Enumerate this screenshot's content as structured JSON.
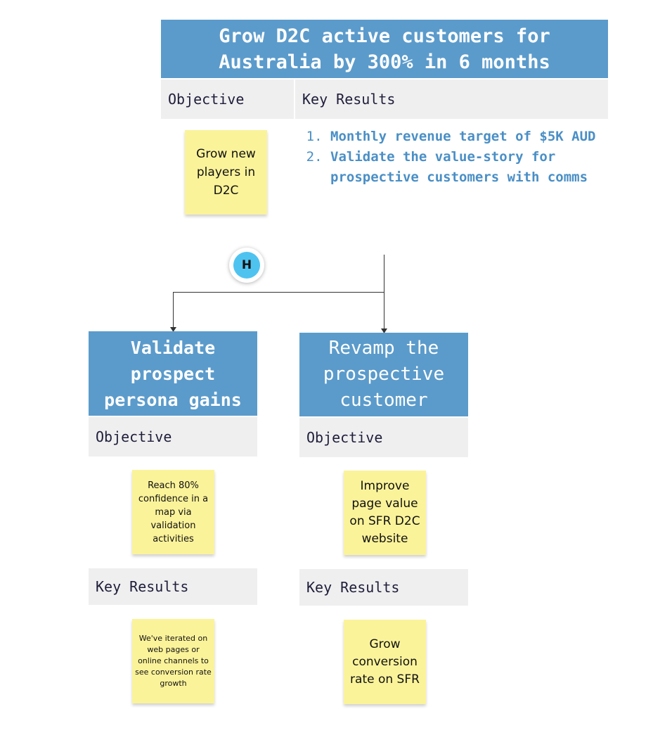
{
  "top": {
    "title": "Grow D2C active customers for Australia by 300% in 6 months",
    "objective_label": "Objective",
    "key_results_label": "Key Results",
    "objective_note": "Grow new players in D2C",
    "key_results": [
      "Monthly revenue target of $5K AUD",
      "Validate the value-story for prospective customers with comms"
    ]
  },
  "collaborator": {
    "initial": "H"
  },
  "left": {
    "title": "Validate prospect persona gains",
    "objective_label": "Objective",
    "objective_note": "Reach 80% confidence in a map via validation activities",
    "key_results_label": "Key Results",
    "key_results_note": "We've iterated on web pages or online channels to see conversion rate growth"
  },
  "right": {
    "title": "Revamp the prospective customer",
    "objective_label": "Objective",
    "objective_note": "Improve page value on SFR D2C website",
    "key_results_label": "Key Results",
    "key_results_note": "Grow conversion rate on SFR"
  },
  "colors": {
    "header": "#5b9bcb",
    "label_bg": "#f0eff0",
    "sticky": "#fbf39a",
    "key_result_text": "#4a8fc6",
    "avatar": "#4fc3f0"
  }
}
